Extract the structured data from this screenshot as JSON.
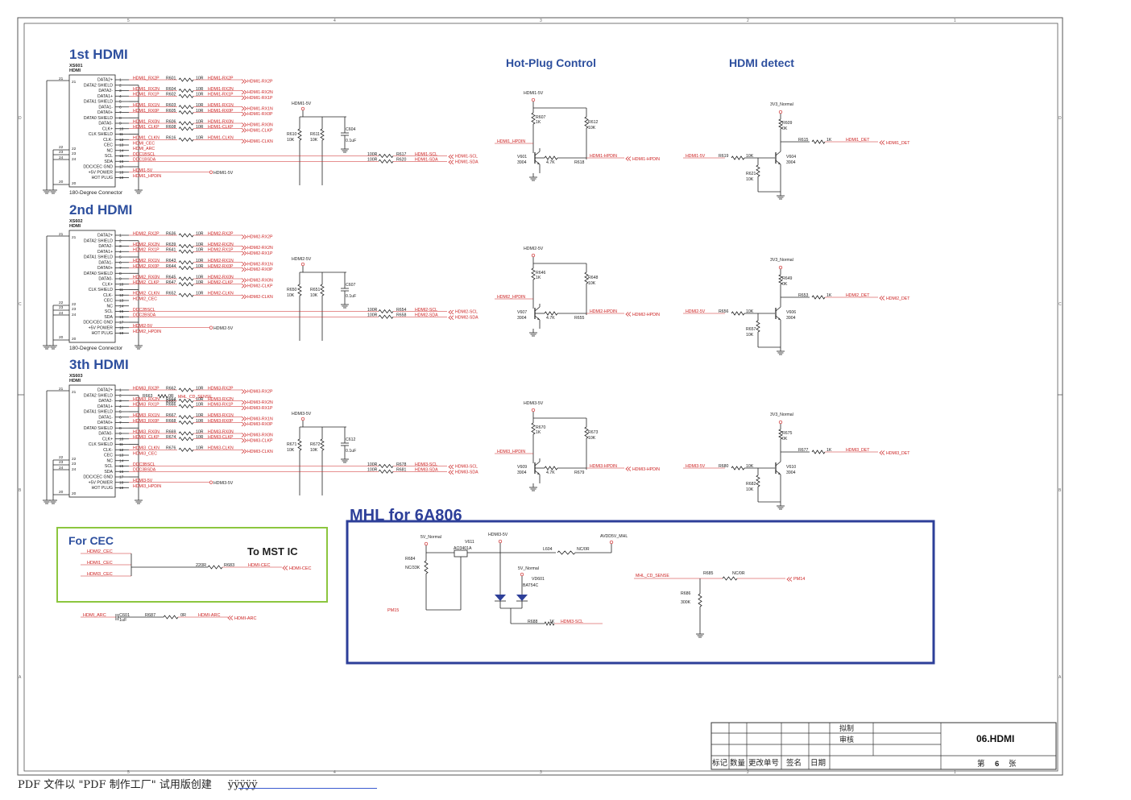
{
  "sheet": {
    "col_markers": [
      "5",
      "4",
      "3",
      "2",
      "1"
    ],
    "row_markers": [
      "D",
      "C",
      "B",
      "A"
    ]
  },
  "sections": [
    {
      "title": "1st HDMI",
      "part": "XS601",
      "part_type": "HDMI",
      "connector_note": "180-Degree Connector",
      "pin_names": [
        "DATA2+",
        "DATA2 SHIELD",
        "DATA2-",
        "DATA1+",
        "DATA1 SHIELD",
        "DATA1-",
        "DATA0+",
        "DATA0 SHIELD",
        "DATA0-",
        "CLK+",
        "CLK SHIELD",
        "CLK-",
        "CEC",
        "NC",
        "SCL",
        "SDA",
        "DDC/CEC GND",
        "+5V POWER",
        "HOT PLUG"
      ],
      "shell_pins": [
        "21",
        "22",
        "23",
        "24",
        "20"
      ],
      "nets": [
        "HDMI1_RX2P",
        "",
        "HDMI1_RX2N",
        "HDMI1_RX1P",
        "",
        "HDMI1_RX1N",
        "HDMI1_RX0P",
        "",
        "HDMI1_RX0N",
        "HDMI1_CLKP",
        "",
        "HDMI1_CLKN",
        "HDMI_CEC",
        "HDMI_ARC",
        "DDC1BSCL",
        "DDC1BSDA",
        "",
        "HDMI1-5V",
        "HDMI1_HPDIN"
      ],
      "resistors": [
        "R601",
        "R604",
        "R602",
        "R603",
        "R605",
        "R606",
        "R608",
        "R616"
      ],
      "res_value": "10R",
      "outputs": [
        "HDMI1-RX2P",
        "HDMI1-RX2N",
        "HDMI1-RX1P",
        "HDMI1-RX1N",
        "HDMI1-RX0P",
        "HDMI1-RX0N",
        "HDMI1-CLKP",
        "HDMI1-CLKN"
      ],
      "supply": "HDMI1-5V",
      "pull_refs": [
        "R610",
        "R611"
      ],
      "pull_value": "10K",
      "cap_ref": "C604",
      "cap_value": "0.1uF",
      "ddc": {
        "r1": "R617",
        "r2": "R620",
        "value": "100R",
        "scl": "HDMI1-SCL",
        "sda": "HDMI1-SDA"
      },
      "v5_label": "HDMI1-5V",
      "hotplug": {
        "supply": "HDMI1-5V",
        "r_top": "R607",
        "r_top_val": "1K",
        "r_right": "R612",
        "r_right_val": "10K",
        "in_net": "HDMI1_HPDIN",
        "q": "V601",
        "q_val": "3904",
        "r_base": "4.7K",
        "r_col": "R618",
        "out": "HDMI1-HPDIN"
      },
      "detect": {
        "supply": "3V3_Normal",
        "r_top": "R609",
        "r_top_val": "0K",
        "r_out": "R615",
        "r_out_val": "1K",
        "out_net": "HDMI1_DET",
        "out": "HDMI1_DET",
        "in_net": "HDMI1-5V",
        "r_in": "R619",
        "r_in_val": "10K",
        "q": "V604",
        "q_val": "3904",
        "r_pd": "R621",
        "r_pd_val": "10K"
      }
    },
    {
      "title": "2nd HDMI",
      "part": "XS602",
      "part_type": "HDMI",
      "connector_note": "180-Degree Connector",
      "pin_names": [
        "DATA2+",
        "DATA2 SHIELD",
        "DATA2-",
        "DATA1+",
        "DATA1 SHIELD",
        "DATA1-",
        "DATA0+",
        "DATA0 SHIELD",
        "DATA0-",
        "CLK+",
        "CLK SHIELD",
        "CLK-",
        "CEC",
        "NC",
        "SCL",
        "SDA",
        "DDC/CEC GND",
        "+5V POWER",
        "HOT PLUG"
      ],
      "shell_pins": [
        "21",
        "22",
        "23",
        "24",
        "20"
      ],
      "nets": [
        "HDMI2_RX2P",
        "",
        "HDMI2_RX2N",
        "HDMI2_RX1P",
        "",
        "HDMI2_RX1N",
        "HDMI2_RX0P",
        "",
        "HDMI2_RX0N",
        "HDMI2_CLKP",
        "",
        "HDMI2_CLKN",
        "HDMI2_CEC",
        "",
        "DDC2BSCL",
        "DDC2BSDA",
        "",
        "HDMI2-5V",
        "HDMI2_HPDIN"
      ],
      "resistors": [
        "R636",
        "R639",
        "R641",
        "R643",
        "R644",
        "R645",
        "R647",
        "R652"
      ],
      "res_value": "10R",
      "outputs": [
        "HDMI2-RX2P",
        "HDMI2-RX2N",
        "HDMI2-RX1P",
        "HDMI2-RX1N",
        "HDMI2-RX0P",
        "HDMI2-RX0N",
        "HDMI2-CLKP",
        "HDMI2-CLKN"
      ],
      "supply": "HDMI2-5V",
      "pull_refs": [
        "R650",
        "R651"
      ],
      "pull_value": "10K",
      "cap_ref": "C607",
      "cap_value": "0.1uF",
      "ddc": {
        "r1": "R654",
        "r2": "R658",
        "value": "100R",
        "scl": "HDMI2-SCL",
        "sda": "HDMI2-SDA"
      },
      "v5_label": "HDMI2-5V",
      "hotplug": {
        "supply": "HDMI2-5V",
        "r_top": "R646",
        "r_top_val": "1K",
        "r_right": "R648",
        "r_right_val": "10K",
        "in_net": "HDMI2_HPDIN",
        "q": "V607",
        "q_val": "3904",
        "r_base": "4.7K",
        "r_col": "R655",
        "out": "HDMI2-HPDIN"
      },
      "detect": {
        "supply": "3V3_Normal",
        "r_top": "R649",
        "r_top_val": "0K",
        "r_out": "R653",
        "r_out_val": "1K",
        "out_net": "HDMI2_DET",
        "out": "HDMI2_DET",
        "in_net": "HDMI2-5V",
        "r_in": "R656",
        "r_in_val": "10K",
        "q": "V606",
        "q_val": "3904",
        "r_pd": "R657",
        "r_pd_val": "10K"
      }
    },
    {
      "title": "3th HDMI",
      "part": "XS603",
      "part_type": "HDMI",
      "connector_note": "",
      "pin_names": [
        "DATA2+",
        "DATA2 SHIELD",
        "DATA2-",
        "DATA1+",
        "DATA1 SHIELD",
        "DATA1-",
        "DATA0+",
        "DATA0 SHIELD",
        "DATA0-",
        "CLK+",
        "CLK SHIELD",
        "CLK-",
        "CEC",
        "NC",
        "SCL",
        "SDA",
        "DDC/CEC GND",
        "+5V POWER",
        "HOT PLUG"
      ],
      "shell_pins": [
        "21",
        "22",
        "23",
        "24",
        "20"
      ],
      "nets": [
        "HDMI3_RX2P",
        "",
        "HDMI3_RX2N",
        "HDMI3_RX1P",
        "",
        "HDMI3_RX1N",
        "HDMI3_RX0P",
        "",
        "HDMI3_RX0N",
        "HDMI3_CLKP",
        "",
        "HDMI3_CLKN",
        "HDMI3_CEC",
        "",
        "DDC3BSCL",
        "DDC3BSDA",
        "",
        "HDMI3-5V",
        "HDMI3_HPDIN"
      ],
      "resistors": [
        "R662",
        "R664",
        "R666",
        "R667",
        "R668",
        "R669",
        "R674",
        "R676"
      ],
      "res_value": "10R",
      "outputs": [
        "HDMI3-RX2P",
        "HDMI3-RX2N",
        "HDMI3-RX1P",
        "HDMI3-RX1N",
        "HDMI3-RX0P",
        "HDMI3-RX0N",
        "HDMI3-CLKP",
        "HDMI3-CLKN"
      ],
      "supply": "HDMI3-5V",
      "pull_refs": [
        "R671",
        "R672"
      ],
      "pull_value": "10K",
      "cap_ref": "C612",
      "cap_value": "0.1uF",
      "ddc": {
        "r1": "R678",
        "r2": "R681",
        "value": "100R",
        "scl": "HDMI3-SCL",
        "sda": "HDMI3-SDA"
      },
      "v5_label": "HDMI3-5V",
      "extra": {
        "ref": "R663",
        "value": "0R",
        "net": "MHL_CD_SENSE",
        "ref2": "R665"
      },
      "hotplug": {
        "supply": "HDMI3-5V",
        "r_top": "R670",
        "r_top_val": "1K",
        "r_right": "R673",
        "r_right_val": "10K",
        "in_net": "HDMI3_HPDIN",
        "q": "V609",
        "q_val": "3904",
        "r_base": "4.7K",
        "r_col": "R679",
        "out": "HDMI3-HPDIN"
      },
      "detect": {
        "supply": "3V3_Normal",
        "r_top": "R675",
        "r_top_val": "0K",
        "r_out": "R677",
        "r_out_val": "1K",
        "out_net": "HDMI3_DET",
        "out": "HDMI3_DET",
        "in_net": "HDMI3-5V",
        "r_in": "R680",
        "r_in_val": "10K",
        "q": "V610",
        "q_val": "3904",
        "r_pd": "R682",
        "r_pd_val": "10K"
      }
    }
  ],
  "headings": {
    "hotplug": "Hot-Plug Control",
    "detect": "HDMI detect"
  },
  "cec": {
    "title": "For CEC",
    "note": "To MST IC",
    "inputs": [
      "HDMI2_CEC",
      "HDMI1_CEC",
      "HDMI3_CEC"
    ],
    "resistor": "R683",
    "value": "220R",
    "net": "HDMI-CEC",
    "out": "HDMI-CEC"
  },
  "arc": {
    "net": "HDMI_ARC",
    "cap": "C601",
    "cap_value": "1uF",
    "resistor": "R687",
    "value": "0R",
    "out_net": "HDMI-ARC",
    "out": "HDMI-ARC"
  },
  "mhl": {
    "title": "MHL for 6A806",
    "supply1": "5V_Normal",
    "r1": "R684",
    "r1_val": "NC/33K",
    "fet": "V611",
    "fet_type": "AO3401A",
    "vbus": "HDMI3-5V",
    "inductor": "L604",
    "ind_val": "NC/0R",
    "avdd": "AVDD5V_MHL",
    "supply2": "5V_Normal",
    "diode": "VD601",
    "diode_type": "BAT54C",
    "pm15": "PM15",
    "r688": "R688",
    "r688_val": "1K",
    "scl_net": "HDMI3-SCL",
    "sense_net": "MHL_CD_SENSE",
    "r685": "R685",
    "r685_val": "NC/0R",
    "pm14": "PM14",
    "r686": "R686",
    "r686_val": "300K"
  },
  "title_block": {
    "draw": "拟制",
    "check": "审核",
    "title": "06.HDMI",
    "cols": [
      "标记",
      "数量",
      "更改单号",
      "签名",
      "日期"
    ],
    "page_prefix": "第",
    "page": "6",
    "page_suffix": "张"
  },
  "footer": {
    "text": "PDF 文件以 \"PDF 制作工厂\" 试用版创建",
    "mark": "ÿÿÿÿÿ"
  }
}
